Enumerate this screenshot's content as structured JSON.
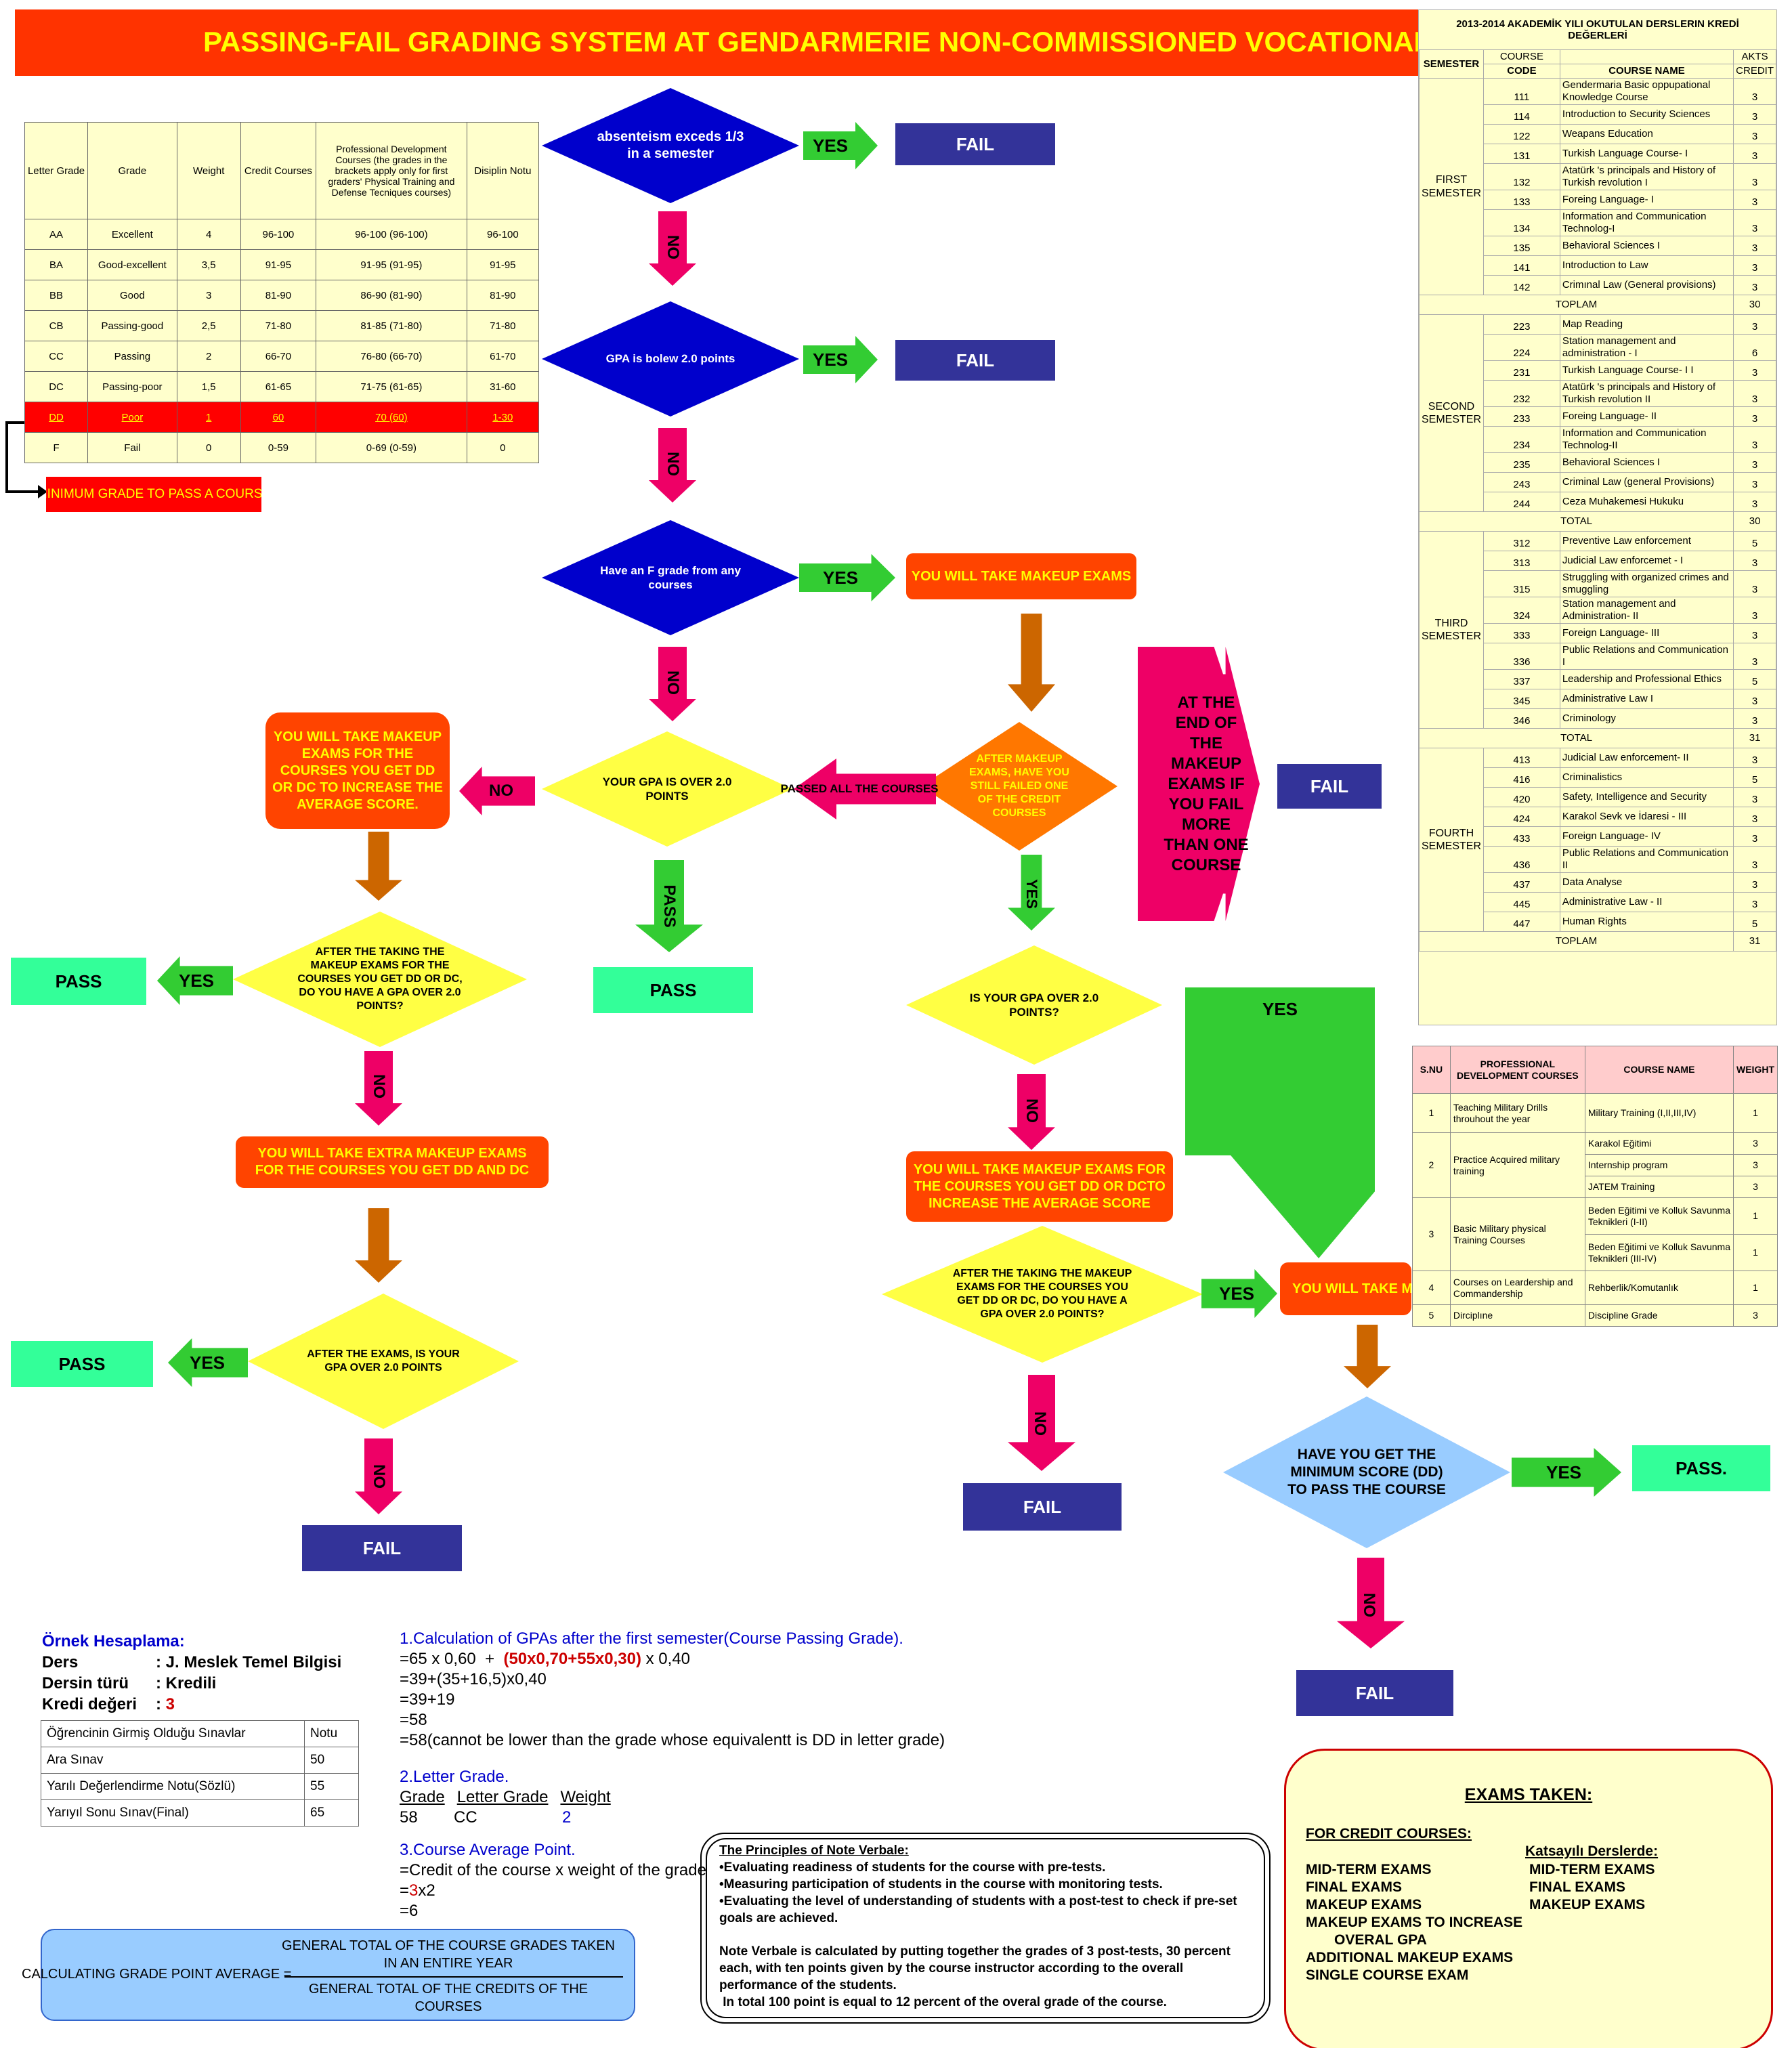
{
  "title": "PASSING-FAIL GRADING SYSTEM AT GENDARMERIE NON-COMMISSIONED VOCATIONAL",
  "colors": {
    "title_bg": "#FF3300",
    "title_text": "#FFFF00",
    "fail": "#333399",
    "pass": "#33FF99",
    "decision_blue": "#0000CC",
    "decision_yellow": "#FFFF44",
    "orange": "#FF4400",
    "green_arrow": "#33CC33",
    "pink_arrow": "#EE0066",
    "brown_arrow": "#CC6600",
    "light_blue": "#99CCFF",
    "cream": "#FFFFCC"
  },
  "grade_table": {
    "headers": [
      "Letter Grade",
      "Grade",
      "Weight",
      "Credit Courses",
      "Professional Development Courses (the grades in the brackets apply only for first graders' Physical Training and Defense Tecniques courses)",
      "Disiplin Notu"
    ],
    "rows": [
      [
        "AA",
        "Excellent",
        "4",
        "96-100",
        "96-100 (96-100)",
        "96-100"
      ],
      [
        "BA",
        "Good-excellent",
        "3,5",
        "91-95",
        "91-95 (91-95)",
        "91-95"
      ],
      [
        "BB",
        "Good",
        "3",
        "81-90",
        "86-90 (81-90)",
        "81-90"
      ],
      [
        "CB",
        "Passing-good",
        "2,5",
        "71-80",
        "81-85 (71-80)",
        "71-80"
      ],
      [
        "CC",
        "Passing",
        "2",
        "66-70",
        "76-80 (66-70)",
        "61-70"
      ],
      [
        "DC",
        "Passing-poor",
        "1,5",
        "61-65",
        "71-75 (61-65)",
        "31-60"
      ],
      [
        "DD",
        "Poor",
        "1",
        "60",
        "70 (60)",
        "1-30"
      ],
      [
        "F",
        "Fail",
        "0",
        "0-59",
        "0-69 (0-59)",
        "0"
      ]
    ],
    "minimum_note": "MINIMUM GRADE TO PASS A COURSE"
  },
  "flow": {
    "d1": "absenteism exceds 1/3 in a semester",
    "d2": "GPA is bolew 2.0 points",
    "d3": "Have an F grade from any courses",
    "d4": "YOUR GPA IS OVER 2.0 POINTS",
    "d5": "AFTER MAKEUP EXAMS, HAVE YOU STILL FAILED ONE OF THE CREDIT COURSES",
    "d6": "AFTER THE TAKING THE MAKEUP EXAMS FOR THE COURSES YOU GET DD OR DC, DO YOU HAVE A GPA OVER 2.0 POINTS?",
    "d7": "IS YOUR GPA OVER 2.0 POINTS?",
    "d8": "AFTER THE EXAMS, IS YOUR GPA OVER 2.0 POINTS",
    "d9": "AFTER THE TAKING THE MAKEUP EXAMS FOR THE COURSES YOU GET DD OR DC, DO YOU HAVE A GPA OVER 2.0 POINTS?",
    "d10": "HAVE YOU GET THE MINIMUM SCORE (DD) TO PASS THE COURSE",
    "makeup": "YOU WILL TAKE MAKEUP EXAMS",
    "makeup_dd_dc": "YOU WILL TAKE MAKEUP EXAMS FOR THE COURSES YOU GET DD OR DC TO INCREASE THE AVERAGE SCORE.",
    "extra_makeup": "YOU WILL TAKE EXTRA MAKEUP EXAMS FOR THE COURSES YOU GET DD AND DC",
    "makeup_dd_dcto": "YOU WILL TAKE MAKEUP EXAMS FOR THE COURSES YOU GET DD OR DCTO INCREASE THE AVERAGE SCORE",
    "single_exam": "YOU WILL TAKE MAKEUP EXAMS FOR THE COURSES",
    "end_makeup": "AT THE END OF THE MAKEUP EXAMS IF YOU FAIL MORE THAN ONE COURSE",
    "passed_all": "PASSED ALL THE COURSES",
    "yes": "YES",
    "no": "NO",
    "fail": "FAIL",
    "pass": "PASS",
    "pass_dot": "PASS.",
    "pass_arrow": "PASS"
  },
  "courses": {
    "title": "2013-2014 AKADEMİK YILI OKUTULAN DERSLERIN KREDİ DEĞERLERİ",
    "h_semester": "SEMESTER",
    "h_course": "COURSE",
    "h_akts": "AKTS",
    "h_code": "CODE",
    "h_name": "COURSE NAME",
    "h_credit": "CREDIT",
    "semesters": [
      {
        "label": "FIRST SEMESTER",
        "rows": [
          [
            "111",
            "Gendermaria Basic oppupational Knowledge Course",
            "3"
          ],
          [
            "114",
            "Introduction to Security Sciences",
            "3"
          ],
          [
            "122",
            "Weapans Education",
            "3"
          ],
          [
            "131",
            "Turkish Language Course- I",
            "3"
          ],
          [
            "132",
            "Atatürk 's principals and History of Turkish revolution I",
            "3"
          ],
          [
            "133",
            "Foreing Language- I",
            "3"
          ],
          [
            "134",
            "Information and Communication Technolog-I",
            "3"
          ],
          [
            "135",
            "Behavioral Sciences I",
            "3"
          ],
          [
            "141",
            "Introduction to Law",
            "3"
          ],
          [
            "142",
            "Crimınal Law (General provisions)",
            "3"
          ]
        ],
        "total_label": "TOPLAM",
        "total": "30"
      },
      {
        "label": "SECOND SEMESTER",
        "rows": [
          [
            "223",
            "Map Reading",
            "3"
          ],
          [
            "224",
            "Station management and administration - I",
            "6"
          ],
          [
            "231",
            "Turkish Language Course- I I",
            "3"
          ],
          [
            "232",
            "Atatürk 's principals and History of Turkish revolution II",
            "3"
          ],
          [
            "233",
            "Foreing Language- II",
            "3"
          ],
          [
            "234",
            "Information and Communication Technolog-II",
            "3"
          ],
          [
            "235",
            "Behavioral Sciences I",
            "3"
          ],
          [
            "243",
            "Criminal Law (general Provisions)",
            "3"
          ],
          [
            "244",
            "Ceza Muhakemesi Hukuku",
            "3"
          ]
        ],
        "total_label": "TOTAL",
        "total": "30"
      },
      {
        "label": "THIRD SEMESTER",
        "rows": [
          [
            "312",
            "Preventive Law enforcement",
            "5"
          ],
          [
            "313",
            "Judicial Law enforcemet - I",
            "3"
          ],
          [
            "315",
            "Struggling with organized crimes and smuggling",
            "3"
          ],
          [
            "324",
            "Station management and Administration- II",
            "3"
          ],
          [
            "333",
            "Foreign Language- III",
            "3"
          ],
          [
            "336",
            "Public Relations and Communication I",
            "3"
          ],
          [
            "337",
            "Leadership and Professional Ethics",
            "5"
          ],
          [
            "345",
            "Administrative Law I",
            "3"
          ],
          [
            "346",
            "Criminology",
            "3"
          ]
        ],
        "total_label": "TOTAL",
        "total": "31"
      },
      {
        "label": "FOURTH SEMESTER",
        "rows": [
          [
            "413",
            "Judicial Law enforcement- II",
            "3"
          ],
          [
            "416",
            "Criminalistics",
            "5"
          ],
          [
            "420",
            "Safety, Intelligence and Security",
            "3"
          ],
          [
            "424",
            "Karakol Sevk ve İdaresi - III",
            "3"
          ],
          [
            "433",
            "Foreign Language- IV",
            "3"
          ],
          [
            "436",
            "Public Relations and Communication II",
            "3"
          ],
          [
            "437",
            "Data Analyse",
            "3"
          ],
          [
            "445",
            "Administrative Law - II",
            "3"
          ],
          [
            "447",
            "Human Rights",
            "5"
          ]
        ],
        "total_label": "TOPLAM",
        "total": "31"
      }
    ]
  },
  "pd_table": {
    "headers": [
      "S.NU",
      "PROFESSIONAL DEVELOPMENT COURSES",
      "COURSE NAME",
      "WEIGHT"
    ],
    "groups": [
      {
        "no": "1",
        "course": "Teaching Military Drills throuhout the year",
        "items": [
          [
            "Military Training (I,II,III,IV)",
            "1"
          ]
        ]
      },
      {
        "no": "2",
        "course": "Practice Acquired military training",
        "items": [
          [
            "Karakol Eğitimi",
            "3"
          ],
          [
            "Internship program",
            "3"
          ],
          [
            "JATEM Training",
            "3"
          ]
        ]
      },
      {
        "no": "3",
        "course": "Basic Military physical Training Courses",
        "items": [
          [
            "Beden Eğitimi ve Kolluk Savunma Teknikleri (I-II)",
            "1"
          ],
          [
            "Beden Eğitimi ve Kolluk Savunma Teknikleri (III-IV)",
            "1"
          ]
        ]
      },
      {
        "no": "4",
        "course": "Courses on Leardership and Commandership",
        "items": [
          [
            "Rehberlik/Komutanlık",
            "1"
          ]
        ]
      },
      {
        "no": "5",
        "course": "Dirciplıne",
        "items": [
          [
            "Discipline Grade",
            "3"
          ]
        ]
      }
    ]
  },
  "example": {
    "heading": "Örnek Hesaplama:",
    "l1k": "Ders",
    "l1v": ": J. Meslek Temel Bilgisi",
    "l2k": "Dersin türü",
    "l2v": ": Kredili",
    "l3k": "Kredi değeri",
    "l3c": ": ",
    "l3v": "3",
    "table_h1": "Öğrencinin Girmiş Olduğu Sınavlar",
    "table_h2": "Notu",
    "rows": [
      [
        "Ara Sınav",
        "50"
      ],
      [
        "Yarılı Değerlendirme Notu(Sözlü)",
        "55"
      ],
      [
        "Yarıyıl Sonu Sınav(Final)",
        "65"
      ]
    ]
  },
  "calc": {
    "t1": "1.Calculation of GPAs after the first semester(Course Passing Grade).",
    "c1a": "=65 x 0,60  +  ",
    "c1b": "(50x0,70+55x0,30)",
    "c1c": " x 0,40",
    "c2": "=39+(35+16,5)x0,40",
    "c3": "=39+19",
    "c4": "=58",
    "c5": "=58(cannot be lower than the grade whose equivalentt is DD in letter grade)",
    "t2": "2.Letter Grade.",
    "h_grade": "Grade",
    "h_letter": "Letter Grade",
    "h_weight": "Weight",
    "v_grade": "58",
    "v_letter": "CC",
    "v_weight": "2",
    "t3": "3.Course Average Point.",
    "c6": "=Credit of the course x weight of the grade",
    "c7a": "=",
    "c7b": "3",
    "c7c": "x",
    "c7d": "2",
    "c8": "=6"
  },
  "gpa_formula": {
    "label": "CALCULATING GRADE POINT AVERAGE =",
    "num": "GENERAL TOTAL OF THE COURSE GRADES TAKEN IN AN ENTIRE YEAR",
    "den": "GENERAL TOTAL OF THE CREDITS OF THE COURSES"
  },
  "principles": {
    "title": "The Principles of Note Verbale:",
    "b1": "•Evaluating readiness of students for the course with pre-tests.",
    "b2": "•Measuring participation of students in the course with monitoring tests.",
    "b3": "•Evaluating the level of understanding of students with a post-test to check if pre-set goals are achieved.",
    "p1": "Note Verbale is calculated by putting together the grades of 3 post-tests, 30 percent each, with ten points given by the course instructor according to the overall performance of the students.",
    "p2": " In total 100 point is equal to 12 percent of the overal grade of the course."
  },
  "exams": {
    "title": "EXAMS TAKEN:",
    "credit_title": "FOR CREDIT COURSES:",
    "credit_items": [
      "MID-TERM EXAMS",
      "FINAL EXAMS",
      "MAKEUP EXAMS",
      "MAKEUP EXAMS TO INCREASE",
      "OVERAL GPA",
      "ADDITIONAL MAKEUP EXAMS",
      "SINGLE COURSE EXAM"
    ],
    "k_title": "Katsayılı Derslerde:",
    "k_items": [
      "MID-TERM EXAMS",
      "FINAL EXAMS",
      "MAKEUP EXAMS"
    ]
  }
}
